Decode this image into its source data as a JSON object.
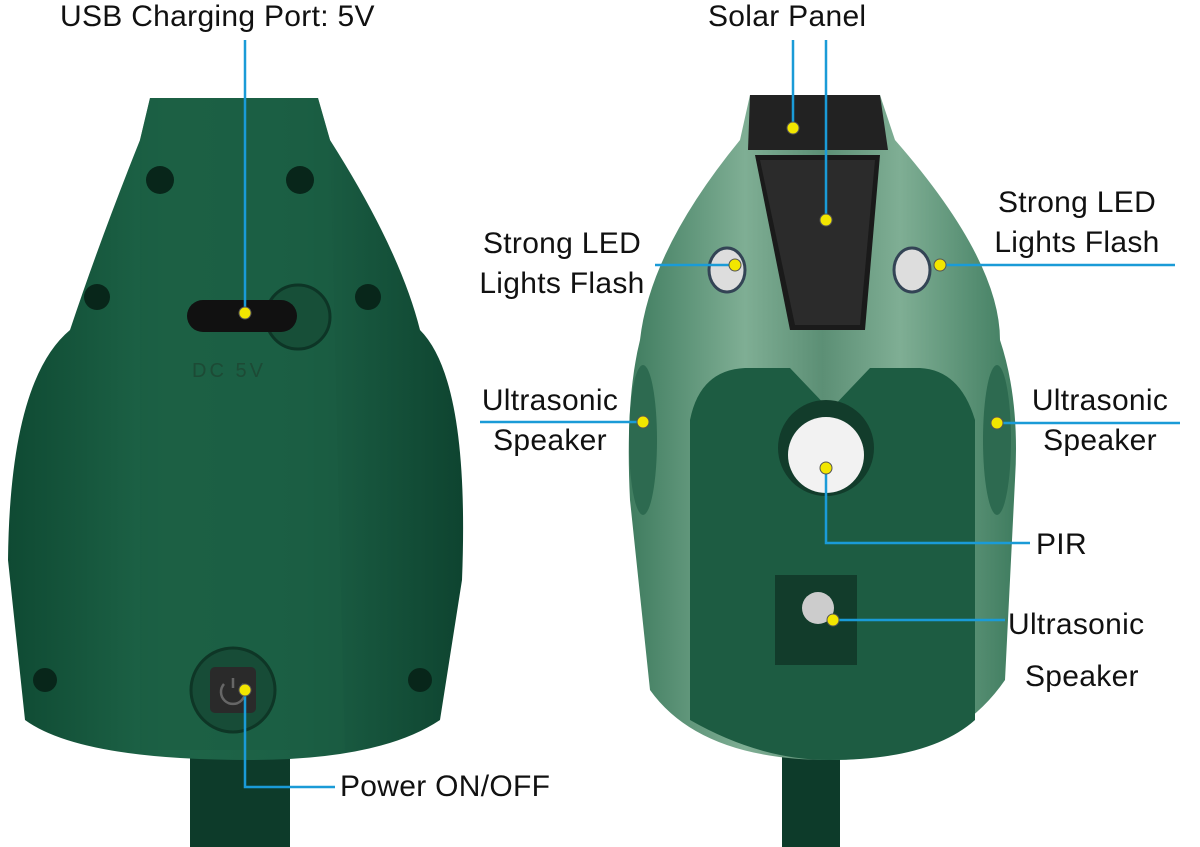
{
  "labels": {
    "usb_port": "USB Charging Port: 5V",
    "power": "Power ON/OFF",
    "solar_panel": "Solar Panel",
    "led_left_1": "Strong LED",
    "led_left_2": "Lights Flash",
    "led_right_1": "Strong LED",
    "led_right_2": "Lights Flash",
    "speaker_left_1": "Ultrasonic",
    "speaker_left_2": "Speaker",
    "speaker_right_1": "Ultrasonic",
    "speaker_right_2": "Speaker",
    "pir": "PIR",
    "speaker_bottom_1": "Ultrasonic",
    "speaker_bottom_2": "Speaker"
  },
  "embossed": {
    "dc": "DC  5V"
  },
  "colors": {
    "body": "#1f5e44",
    "body_light": "#4d8a6c",
    "callout_line": "#1a9bd7",
    "callout_dot": "#f2e600"
  }
}
